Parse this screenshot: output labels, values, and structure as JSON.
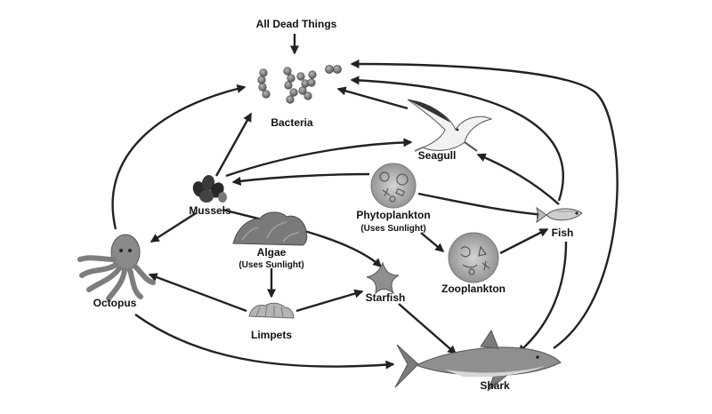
{
  "diagram": {
    "organisms": {
      "dead_things": "All Dead Things",
      "bacteria": "Bacteria",
      "seagull": "Seagull",
      "mussels": "Mussels",
      "phytoplankton": "Phytoplankton",
      "phytoplankton_note": "(Uses Sunlight)",
      "fish": "Fish",
      "algae": "Algae",
      "algae_note": "(Uses Sunlight)",
      "zooplankton": "Zooplankton",
      "octopus": "Octopus",
      "starfish": "Starfish",
      "limpets": "Limpets",
      "shark": "Shark"
    },
    "icons": {
      "bacteria": "bacteria-cluster-icon",
      "seagull": "seagull-icon",
      "mussels": "mussels-icon",
      "phytoplankton": "phytoplankton-icon",
      "fish": "fish-icon",
      "algae": "algae-icon",
      "zooplankton": "zooplankton-icon",
      "octopus": "octopus-icon",
      "starfish": "starfish-icon",
      "limpets": "limpets-icon",
      "shark": "shark-icon"
    },
    "arrows": [
      {
        "from": "All Dead Things",
        "to": "Bacteria"
      },
      {
        "from": "Octopus",
        "to": "Bacteria"
      },
      {
        "from": "Mussels",
        "to": "Bacteria"
      },
      {
        "from": "Mussels",
        "to": "Seagull"
      },
      {
        "from": "Mussels",
        "to": "Octopus"
      },
      {
        "from": "Mussels",
        "to": "Starfish"
      },
      {
        "from": "Phytoplankton",
        "to": "Mussels"
      },
      {
        "from": "Phytoplankton",
        "to": "Fish"
      },
      {
        "from": "Phytoplankton",
        "to": "Zooplankton"
      },
      {
        "from": "Zooplankton",
        "to": "Fish"
      },
      {
        "from": "Fish",
        "to": "Seagull"
      },
      {
        "from": "Fish",
        "to": "Bacteria"
      },
      {
        "from": "Fish",
        "to": "Shark"
      },
      {
        "from": "Algae",
        "to": "Limpets"
      },
      {
        "from": "Limpets",
        "to": "Octopus"
      },
      {
        "from": "Limpets",
        "to": "Starfish"
      },
      {
        "from": "Starfish",
        "to": "Shark"
      },
      {
        "from": "Octopus",
        "to": "Shark"
      },
      {
        "from": "Shark",
        "to": "Bacteria"
      },
      {
        "from": "Seagull",
        "to": "Bacteria"
      }
    ]
  },
  "colors": {
    "ink": "#222222",
    "icon_dark": "#4a4a4a",
    "icon_mid": "#8a8a8a",
    "icon_light": "#c4c4c4"
  }
}
